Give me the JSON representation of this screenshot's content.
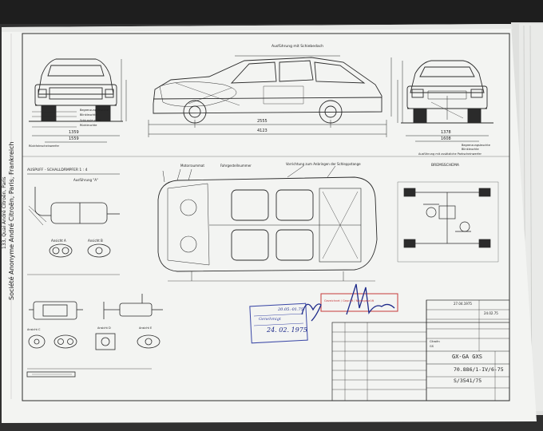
{
  "company": {
    "address": "133, Quai André Citroën, Paris",
    "name": "Société Anonyme André Citroën, Paris, Frankreich"
  },
  "side_view": {
    "top_label": "Ausführung mit Schiebedach",
    "dims": [
      "2555",
      "4123"
    ]
  },
  "rear_view": {
    "dims": [
      "1359",
      "1559"
    ],
    "labels": [
      "Begrenzungsleuchte",
      "Blinkleuchte",
      "Rückleuchte",
      "Schlussleuchte",
      "Rückfahrscheinwerfer"
    ]
  },
  "front_view": {
    "dims": [
      "1378",
      "1608"
    ],
    "labels": [
      "Begrenzungsleuchte",
      "Blinkleuchte",
      "Ausführung mit zusätzliche Parkscheinwerfer"
    ]
  },
  "plan_view": {
    "labels": [
      "Motorraummat",
      "Fahrgestellnummer",
      "Vorrichtung zum Anbringen der Schleppstange"
    ]
  },
  "exhaust": {
    "title": "AUSPUFF - SCHALLDÄMPFER 1 : 4",
    "subtitle": "Ausführung \"A\"",
    "views": [
      "Ansicht A",
      "Ansicht B"
    ],
    "sub": [
      "Ansicht C",
      "Ansicht D",
      "Ansicht E"
    ]
  },
  "brake": {
    "title": "BREMSSCHEMA"
  },
  "stamps": {
    "blue": [
      "Genehmigt",
      "20.05.-01.75",
      "24. 02. 1975"
    ],
    "red": "Gezeichnet / Geprüft / Normgeprüft"
  },
  "title_block": {
    "date": "27.04.1975",
    "date2": "24.02.75",
    "model": "GX-GA GXS",
    "drawing_no": "70.886/1-IV/6-75",
    "ref": "S/3541/75",
    "small": [
      "Citroën",
      "GS"
    ]
  },
  "colors": {
    "paper": "#f3f4f2",
    "line": "#2b2b2b",
    "stamp_blue": "#3a47a6",
    "stamp_red": "#c63a3a",
    "ink": "#1d2a8a"
  }
}
